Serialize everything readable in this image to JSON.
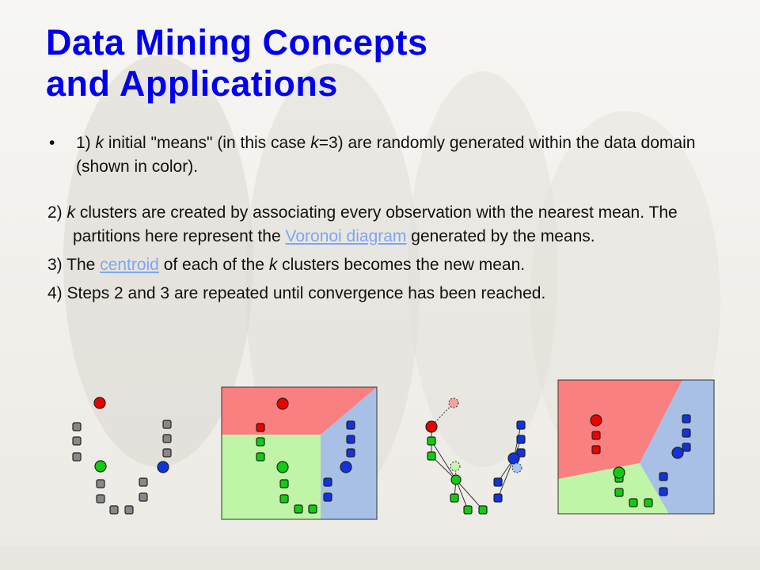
{
  "slide": {
    "title_line1": "Data Mining Concepts",
    "title_line2": "and Applications",
    "bullet_symbol": "•",
    "step1": {
      "a": "1) ",
      "k1": "k",
      "b": " initial \"means\" (in this case ",
      "k2": "k",
      "c": "=3) are randomly generated within the data domain (shown in color)."
    },
    "step2": {
      "a": "2) ",
      "k": "k",
      "b": " clusters are created by associating every observation with the nearest mean. The partitions here represent the ",
      "link": "Voronoi diagram",
      "c": " generated by the means."
    },
    "step3": {
      "a": "3) The ",
      "link": "centroid",
      "b": " of each of the ",
      "k": "k",
      "c": " clusters becomes the new mean."
    },
    "step4": {
      "text": "4) Steps 2 and 3 are repeated until convergence has been reached."
    }
  },
  "colors": {
    "title": "#0000ee",
    "link": "#7fa6ef",
    "red_region": "#f88080",
    "green_region": "#c0f5a8",
    "blue_region": "#a8c0e6",
    "red_point": "#ee0000",
    "green_point": "#11cc11",
    "blue_point": "#1133dd",
    "gray_point": "#888888"
  }
}
